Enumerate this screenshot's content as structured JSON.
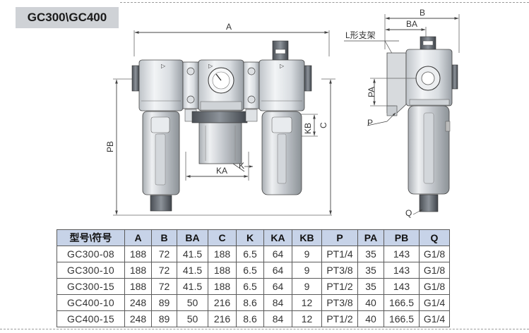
{
  "model_tag": "GC300\\GC400",
  "front_view_labels": {
    "A": "A",
    "PB": "PB",
    "C": "C",
    "KB": "KB",
    "K": "K",
    "KA": "KA"
  },
  "side_view_labels": {
    "B": "B",
    "BA": "BA",
    "bracket": "L形支架",
    "PA": "PA",
    "P": "P",
    "Q": "Q"
  },
  "table": {
    "headers": [
      "型号\\符号",
      "A",
      "B",
      "BA",
      "C",
      "K",
      "KA",
      "KB",
      "P",
      "PA",
      "PB",
      "Q"
    ],
    "rows": [
      [
        "GC300-08",
        "188",
        "72",
        "41.5",
        "188",
        "6.5",
        "64",
        "9",
        "PT1/4",
        "35",
        "143",
        "G1/8"
      ],
      [
        "GC300-10",
        "188",
        "72",
        "41.5",
        "188",
        "6.5",
        "64",
        "9",
        "PT3/8",
        "35",
        "143",
        "G1/8"
      ],
      [
        "GC300-15",
        "188",
        "72",
        "41.5",
        "188",
        "6.5",
        "64",
        "9",
        "PT1/2",
        "35",
        "143",
        "G1/8"
      ],
      [
        "GC400-10",
        "248",
        "89",
        "50",
        "216",
        "8.6",
        "84",
        "12",
        "PT3/8",
        "40",
        "166.5",
        "G1/4"
      ],
      [
        "GC400-15",
        "248",
        "89",
        "50",
        "216",
        "8.6",
        "84",
        "12",
        "PT1/2",
        "40",
        "166.5",
        "G1/4"
      ]
    ]
  },
  "colors": {
    "tag_bg": "#cfd2d6",
    "header_bg": "#c7d3e8"
  }
}
